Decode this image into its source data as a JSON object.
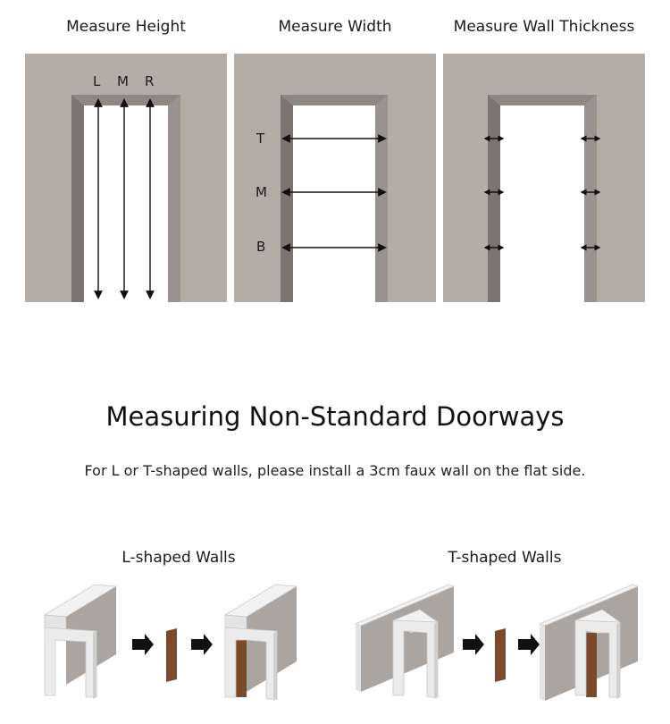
{
  "panels": [
    {
      "caption": "Measure Height",
      "labels": [
        "L",
        "M",
        "R"
      ]
    },
    {
      "caption": "Measure Width",
      "labels": [
        "T",
        "M",
        "B"
      ]
    },
    {
      "caption": "Measure Wall Thickness",
      "labels": []
    }
  ],
  "section": {
    "title": "Measuring Non-Standard Doorways",
    "note": "For L or T-shaped walls, please install a 3cm faux wall on the flat side."
  },
  "examples": [
    {
      "caption": "L-shaped Walls"
    },
    {
      "caption": "T-shaped Walls"
    }
  ],
  "colors": {
    "wall": "#b4ada6",
    "jamb_dark": "#7b7470",
    "jamb_light": "#999290",
    "opening": "#ffffff",
    "arrow": "#111111",
    "faux_wall": "#7a4a2a",
    "wall_3d_face": "#ebebeb",
    "wall_3d_side": "#d0d0d0",
    "wall_3d_panel": "#aaa5a0"
  }
}
